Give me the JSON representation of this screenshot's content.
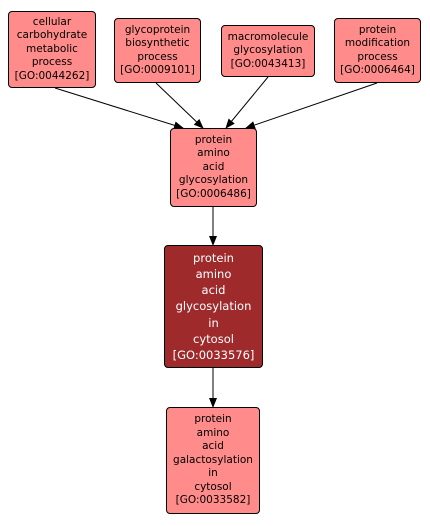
{
  "diagram": {
    "nodes": [
      {
        "id": "GO:0044262",
        "label": "cellular\ncarbohydrate\nmetabolic\nprocess",
        "go_id": "[GO:0044262]"
      },
      {
        "id": "GO:0009101",
        "label": "glycoprotein\nbiosynthetic\nprocess",
        "go_id": "[GO:0009101]"
      },
      {
        "id": "GO:0043413",
        "label": "macromolecule\nglycosylation",
        "go_id": "[GO:0043413]"
      },
      {
        "id": "GO:0006464",
        "label": "protein\nmodification\nprocess",
        "go_id": "[GO:0006464]"
      },
      {
        "id": "GO:0006486",
        "label": "protein\namino\nacid\nglycosylation",
        "go_id": "[GO:0006486]"
      },
      {
        "id": "GO:0033576",
        "label": "protein\namino\nacid\nglycosylation\nin\ncytosol",
        "go_id": "[GO:0033576]",
        "highlighted": true
      },
      {
        "id": "GO:0033582",
        "label": "protein\namino\nacid\ngalactosylation\nin\ncytosol",
        "go_id": "[GO:0033582]"
      }
    ],
    "edges": [
      {
        "from": "GO:0044262",
        "to": "GO:0006486"
      },
      {
        "from": "GO:0009101",
        "to": "GO:0006486"
      },
      {
        "from": "GO:0043413",
        "to": "GO:0006486"
      },
      {
        "from": "GO:0006464",
        "to": "GO:0006486"
      },
      {
        "from": "GO:0006486",
        "to": "GO:0033576"
      },
      {
        "from": "GO:0033576",
        "to": "GO:0033582"
      }
    ],
    "colors": {
      "node_fill": "#ff8c8a",
      "highlight_fill": "#9e2a2b",
      "edge": "#000000"
    }
  }
}
